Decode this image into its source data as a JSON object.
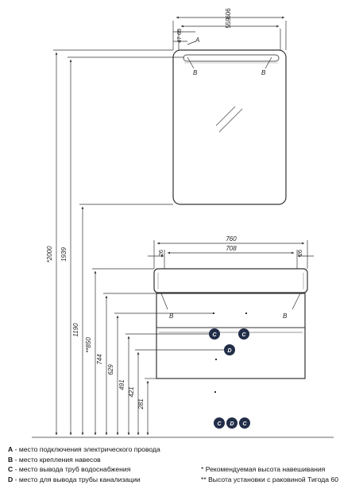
{
  "dimensions": {
    "mirror_total_width": "606",
    "mirror_inner_width": "559",
    "mirror_offset_top": "65",
    "mirror_offset_side": "47",
    "unit_total_width": "760",
    "unit_inner_width": "708",
    "unit_side_left": "26",
    "unit_side_right": "26",
    "height_mirror_top": "*2000",
    "height_mirror_mount": "1939",
    "height_sink_top": "1190",
    "height_sink": "**850",
    "height_744": "744",
    "height_629": "629",
    "height_491": "491",
    "height_421": "421",
    "height_281": "281"
  },
  "markers": {
    "a": "A",
    "b": "B",
    "c": "C",
    "d": "D"
  },
  "legend": {
    "a_key": "A",
    "a_text": " - место подключения электрического провода",
    "b_key": "B",
    "b_text": " - место крепления навесов",
    "c_key": "C",
    "c_text": " - место вывода труб водоснабжения",
    "d_key": "D",
    "d_text": " - место для вывода трубы канализации",
    "note1": "* Рекомендуемая высота навешивания",
    "note2": "** Высота установки с раковиной Тигода 60"
  }
}
